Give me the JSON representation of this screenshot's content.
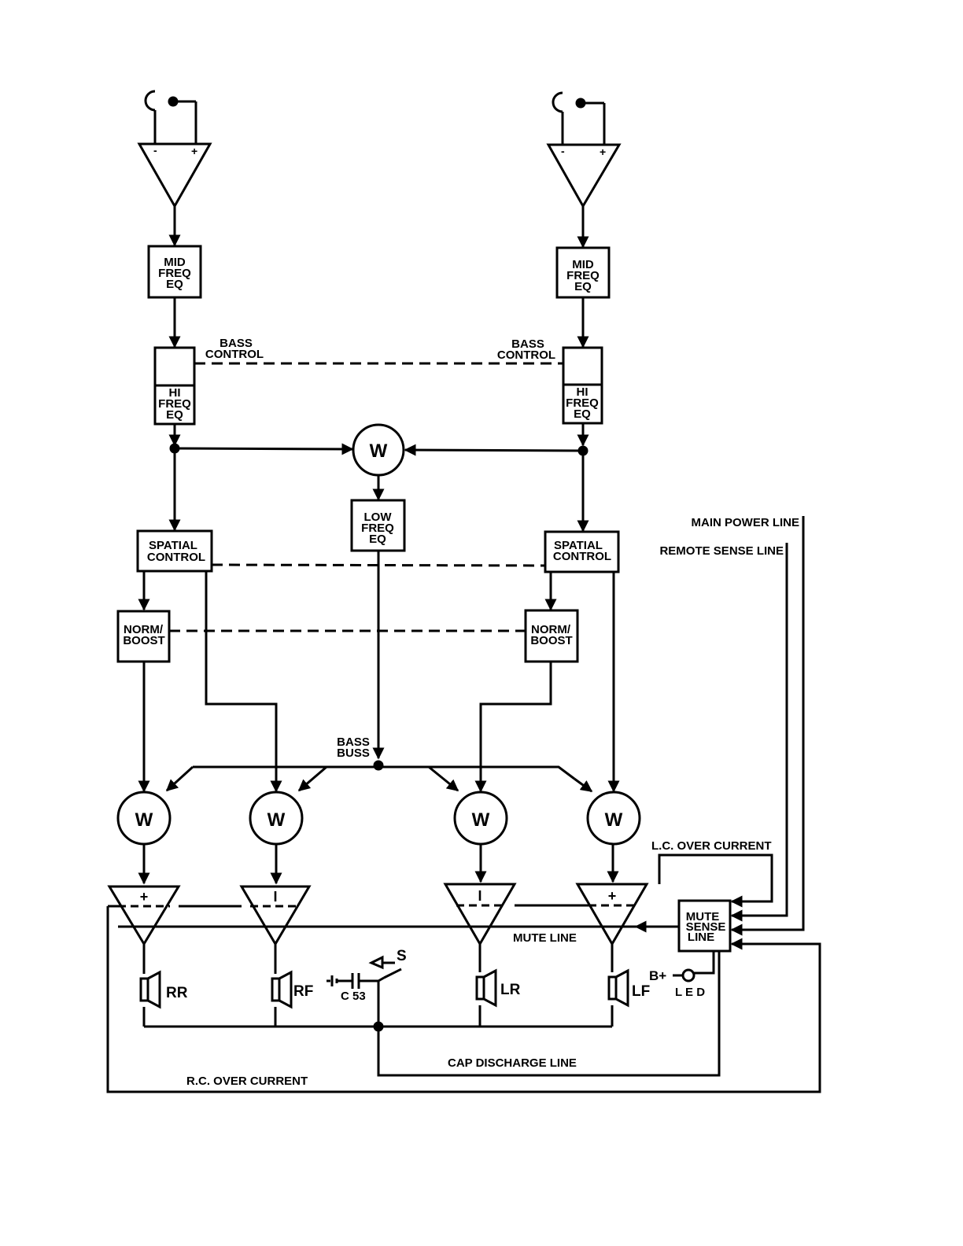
{
  "colors": {
    "ink": "#000000",
    "background": "#ffffff"
  },
  "icons": {
    "jack": "audio-input-jack-icon",
    "amp": "amplifier-triangle-icon",
    "speaker": "speaker-icon",
    "battery": "battery-capacitor-icon",
    "switch": "switch-icon",
    "led": "led-icon"
  },
  "blocks": {
    "mid_eq_left": [
      "MID",
      "FREQ",
      "EQ"
    ],
    "mid_eq_right": [
      "MID",
      "FREQ",
      "EQ"
    ],
    "hi_eq_left": [
      "HI",
      "FREQ",
      "EQ"
    ],
    "hi_eq_right": [
      "HI",
      "FREQ",
      "EQ"
    ],
    "low_eq": [
      "LOW",
      "FREQ",
      "EQ"
    ],
    "spatial_left": [
      "SPATIAL",
      "CONTROL"
    ],
    "spatial_right": [
      "SPATIAL",
      "CONTROL"
    ],
    "norm_left": [
      "NORM/",
      "BOOST"
    ],
    "norm_right": [
      "NORM/",
      "BOOST"
    ],
    "mute_sense": [
      "MUTE",
      "SENSE",
      "LINE"
    ]
  },
  "labels": {
    "bass_control_left": [
      "BASS",
      "CONTROL"
    ],
    "bass_control_right": [
      "BASS",
      "CONTROL"
    ],
    "bass_buss": [
      "BASS",
      "BUSS"
    ],
    "summer": "W",
    "main_power_line": "MAIN POWER LINE",
    "remote_sense_line": "REMOTE SENSE LINE",
    "lc_over_current": "L.C. OVER CURRENT",
    "rc_over_current": "R.C. OVER CURRENT",
    "mute_line": "MUTE LINE",
    "cap_discharge_line": "CAP DISCHARGE LINE",
    "b_plus": "B+",
    "led": "L E D",
    "capacitor": "C 53",
    "switch": "S"
  },
  "speakers": [
    "RR",
    "RF",
    "LR",
    "LF"
  ],
  "amp_signs": [
    "+",
    "I",
    "I",
    "+"
  ],
  "input_signs": {
    "minus": "-",
    "plus": "+"
  }
}
